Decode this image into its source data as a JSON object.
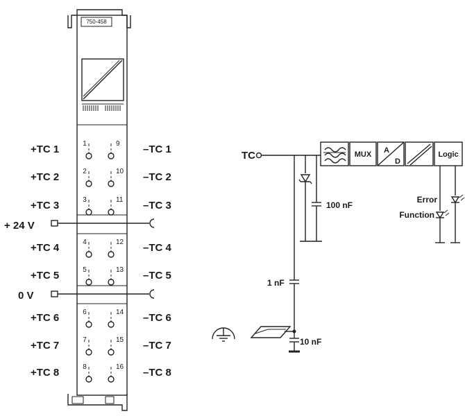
{
  "module": {
    "part_number": "750-458",
    "channels": [
      {
        "plus": "+TC 1",
        "minus": "–TC 1",
        "n_plus": "1",
        "n_minus": "9"
      },
      {
        "plus": "+TC 2",
        "minus": "–TC 2",
        "n_plus": "2",
        "n_minus": "10"
      },
      {
        "plus": "+TC 3",
        "minus": "–TC 3",
        "n_plus": "3",
        "n_minus": "11"
      },
      {
        "plus": "+TC 4",
        "minus": "–TC 4",
        "n_plus": "4",
        "n_minus": "12"
      },
      {
        "plus": "+TC 5",
        "minus": "–TC 5",
        "n_plus": "5",
        "n_minus": "13"
      },
      {
        "plus": "+TC 6",
        "minus": "–TC 6",
        "n_plus": "6",
        "n_minus": "14"
      },
      {
        "plus": "+TC 7",
        "minus": "–TC 7",
        "n_plus": "7",
        "n_minus": "15"
      },
      {
        "plus": "+TC 8",
        "minus": "–TC 8",
        "n_plus": "8",
        "n_minus": "16"
      }
    ],
    "power_labels": {
      "supply": "+ 24 V",
      "ground": "0 V"
    }
  },
  "schematic": {
    "input_label": "TC",
    "blocks": {
      "mux": "MUX",
      "adc_top": "A",
      "adc_bottom": "D",
      "logic": "Logic"
    },
    "capacitors": {
      "c1": "100 nF",
      "c2": "1 nF",
      "c3": "10 nF"
    },
    "leds": {
      "error": "Error",
      "function": "Function"
    }
  }
}
